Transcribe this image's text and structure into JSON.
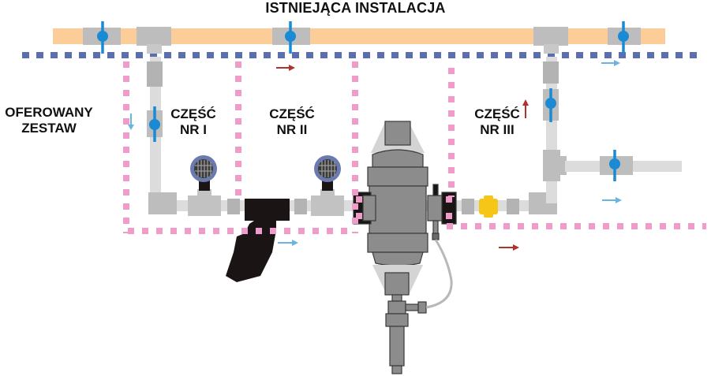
{
  "title": "ISTNIEJĄCA INSTALACJA",
  "offered_set": {
    "line1": "OFEROWANY",
    "line2": "ZESTAW"
  },
  "parts": [
    {
      "line1": "CZĘŚĆ",
      "line2": "NR I"
    },
    {
      "line1": "CZĘŚĆ",
      "line2": "NR II"
    },
    {
      "line1": "CZĘŚĆ",
      "line2": "NR III"
    }
  ],
  "colors": {
    "existing_pipe": "#fccc99",
    "fitting_gray": "#bdbdbd",
    "pipe_light": "#dcdcdc",
    "valve_blue": "#1a8ad4",
    "boundary_blue": "#5b6fae",
    "boundary_pink": "#f09ccb",
    "flow_arrow_red": "#b0322c",
    "flow_arrow_blue": "#6ab4e0",
    "filter_black": "#1a1414",
    "check_valve_yellow": "#f5c518",
    "dosing_pump": "#8c8c8c"
  }
}
